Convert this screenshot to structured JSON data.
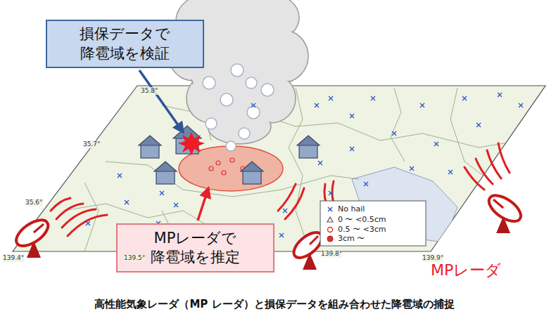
{
  "diagram": {
    "caption": "高性能気象レーダ（MP レーダ）と損保データを組み合わせた降雹域の捕捉",
    "nodes": [
      {
        "text": [
          "損保データで 降雹域を検証"
        ]
      },
      {
        "text": [
          "MPレーダで 降雹域を推定"
        ]
      }
    ],
    "labels": [
      "35.8°",
      "35.7°",
      "35.6°",
      "139.4°",
      "139.5°",
      "139.8°",
      "139.9°",
      "MPレーダ"
    ],
    "legend": [
      {
        "text": "No hail"
      },
      {
        "text": "0 〜 <0.5cm"
      },
      {
        "text": "0.5 〜 <3cm"
      },
      {
        "text": "3cm 〜"
      }
    ]
  }
}
